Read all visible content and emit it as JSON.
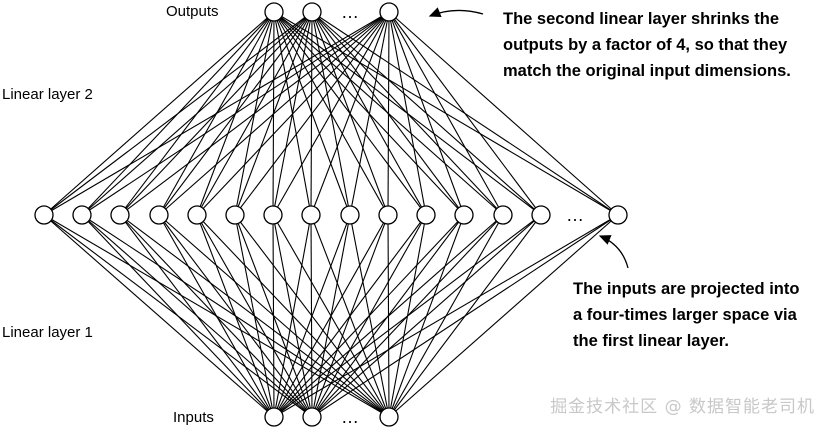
{
  "labels": {
    "outputs": "Outputs",
    "inputs": "Inputs",
    "linear_layer_2": "Linear layer 2",
    "linear_layer_1": "Linear layer 1",
    "ellipsis": "…"
  },
  "annotations": {
    "top": [
      "The second linear layer shrinks the",
      "outputs by a factor of 4, so that they",
      "match the original input dimensions."
    ],
    "bottom": [
      "The inputs are projected into",
      "a four-times larger space via",
      "the first linear layer."
    ]
  },
  "watermark": "掘金技术社区 @ 数据智能老司机"
}
